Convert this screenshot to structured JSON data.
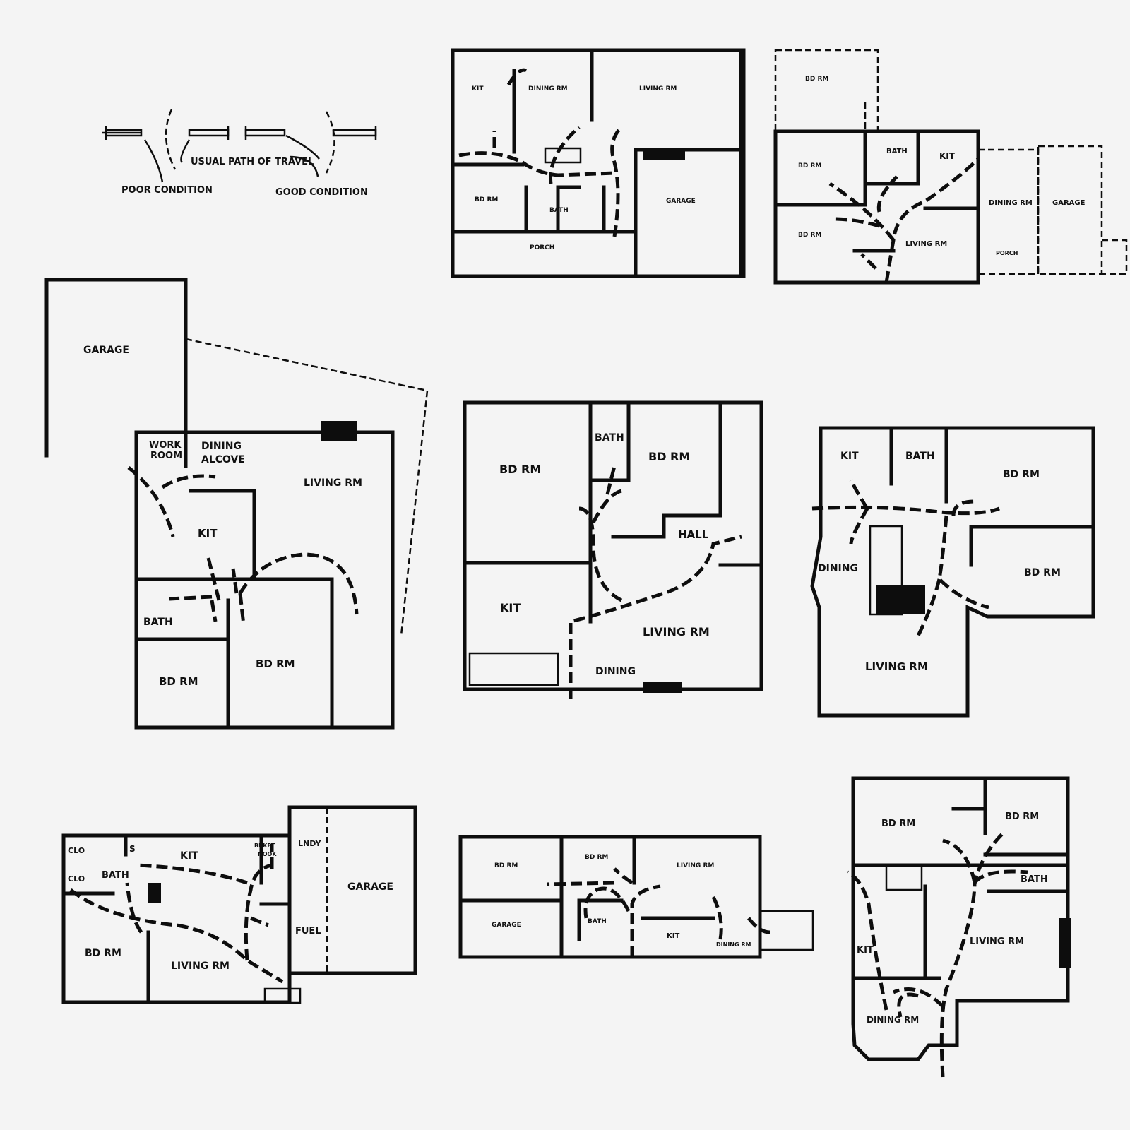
{
  "legend": {
    "usual_path": "USUAL PATH OF TRAVEL",
    "poor": "POOR CONDITION",
    "good": "GOOD CONDITION"
  },
  "plan_a": {
    "kit": "KIT",
    "dining": "DINING RM",
    "living": "LIVING RM",
    "bd": "BD RM",
    "bath": "BATH",
    "garage": "GARAGE",
    "porch": "PORCH"
  },
  "plan_b": {
    "bd_top": "BD RM",
    "bd_mid": "BD RM",
    "bd_low": "BD RM",
    "bath": "BATH",
    "kit": "KIT",
    "dining": "DINING RM",
    "garage": "GARAGE",
    "living": "LIVING RM",
    "porch": "PORCH"
  },
  "plan_c": {
    "garage": "GARAGE",
    "work": "WORK",
    "room": "ROOM",
    "dining": "DINING",
    "alcove": "ALCOVE",
    "living": "LIVING RM",
    "kit": "KIT",
    "bath": "BATH",
    "bd1": "BD RM",
    "bd2": "BD RM"
  },
  "plan_d": {
    "bd1": "BD RM",
    "bath": "BATH",
    "bd2": "BD RM",
    "hall": "HALL",
    "kit": "KIT",
    "living": "LIVING RM",
    "dining": "DINING"
  },
  "plan_e": {
    "kit": "KIT",
    "bath": "BATH",
    "bd1": "BD RM",
    "dining": "DINING",
    "bd2": "BD RM",
    "living": "LIVING RM"
  },
  "plan_f": {
    "clo1": "CLO",
    "s": "S",
    "kit": "KIT",
    "brkft": "BRKFT",
    "nook": "NOOK",
    "lndy": "LNDY",
    "clo2": "CLO",
    "bath": "BATH",
    "garage": "GARAGE",
    "fuel": "FUEL",
    "bd": "BD RM",
    "living": "LIVING RM"
  },
  "plan_g": {
    "bd1": "BD RM",
    "bd2": "BD RM",
    "living": "LIVING RM",
    "garage": "GARAGE",
    "bath": "BATH",
    "kit": "KIT",
    "dining": "DINING RM"
  },
  "plan_h": {
    "bd1": "BD RM",
    "bd2": "BD RM",
    "bath": "BATH",
    "kit": "KIT",
    "living": "LIVING RM",
    "dining": "DINING RM"
  }
}
